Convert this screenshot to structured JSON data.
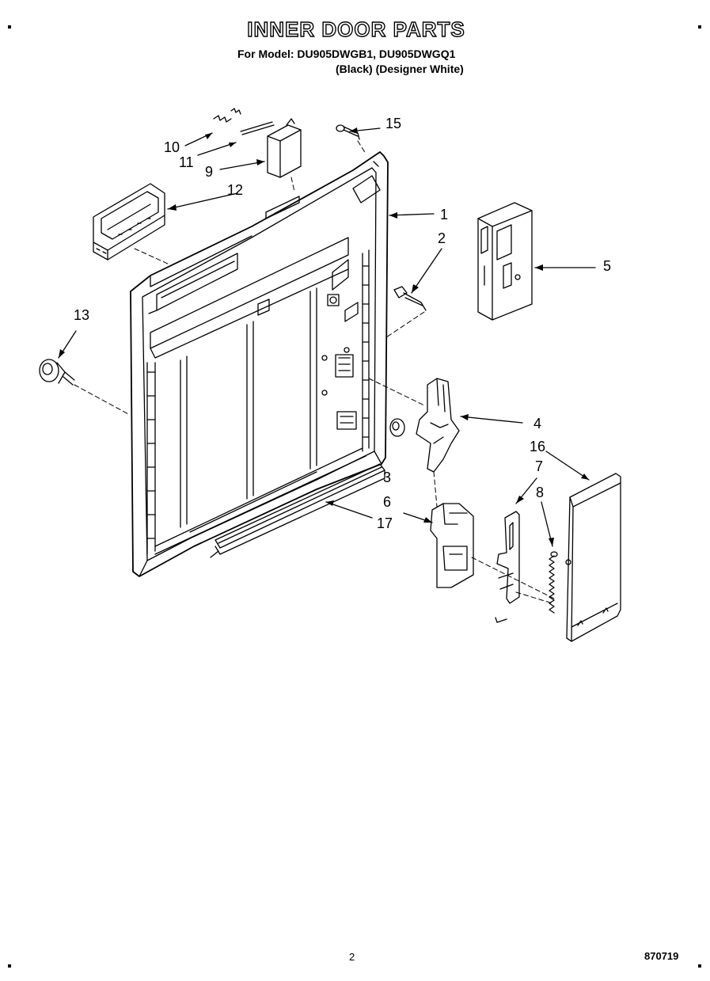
{
  "header": {
    "title": "INNER DOOR PARTS",
    "model_line": "For Model: DU905DWGB1, DU905DWGQ1",
    "colors_line": "(Black)  (Designer White)"
  },
  "callouts": [
    {
      "id": "c1",
      "label": "1"
    },
    {
      "id": "c2",
      "label": "2"
    },
    {
      "id": "c3",
      "label": "3"
    },
    {
      "id": "c4",
      "label": "4"
    },
    {
      "id": "c5",
      "label": "5"
    },
    {
      "id": "c6",
      "label": "6"
    },
    {
      "id": "c7",
      "label": "7"
    },
    {
      "id": "c8",
      "label": "8"
    },
    {
      "id": "c9",
      "label": "9"
    },
    {
      "id": "c10",
      "label": "10"
    },
    {
      "id": "c11",
      "label": "11"
    },
    {
      "id": "c12",
      "label": "12"
    },
    {
      "id": "c13",
      "label": "13"
    },
    {
      "id": "c15",
      "label": "15"
    },
    {
      "id": "c16",
      "label": "16"
    },
    {
      "id": "c17",
      "label": "17"
    }
  ],
  "footer": {
    "page_number": "2",
    "document_number": "870719"
  }
}
